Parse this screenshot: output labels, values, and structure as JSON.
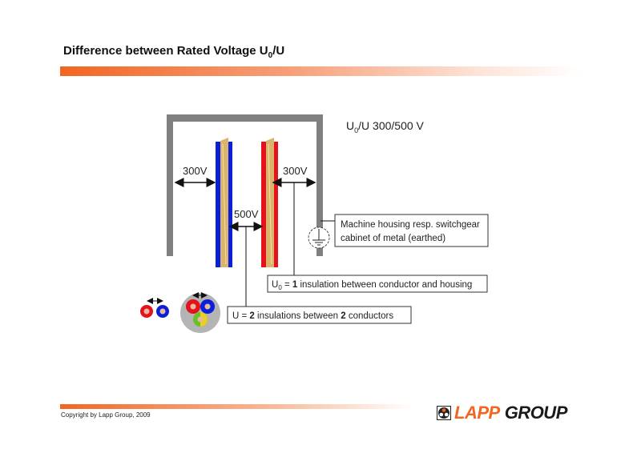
{
  "header": {
    "title_main": "Difference between Rated Voltage U",
    "title_sub": "0",
    "title_tail": "/U"
  },
  "diagram": {
    "rating_prefix": "U",
    "rating_sub": "0",
    "rating_tail": "/U 300/500 V",
    "label_left_300": "300V",
    "label_right_300": "300V",
    "label_500": "500V",
    "housing_line1": "Machine housing resp. switchgear",
    "housing_line2": "cabinet of metal (earthed)",
    "u0_prefix": "U",
    "u0_sub": "0",
    "u0_eq": " = ",
    "u0_num": "1",
    "u0_text": " insulation between conductor and housing",
    "u_prefix": "U = ",
    "u_num": "2",
    "u_mid": " insulations between ",
    "u_num2": "2",
    "u_tail": " conductors",
    "colors": {
      "frame": "#808080",
      "blue": "#0a1fd8",
      "red": "#e3121b",
      "core": "#d9b46a"
    }
  },
  "footer": {
    "copyright": "Copyright by Lapp Group, 2009",
    "logo_lapp": "LAPP",
    "logo_group": "GROUP"
  }
}
